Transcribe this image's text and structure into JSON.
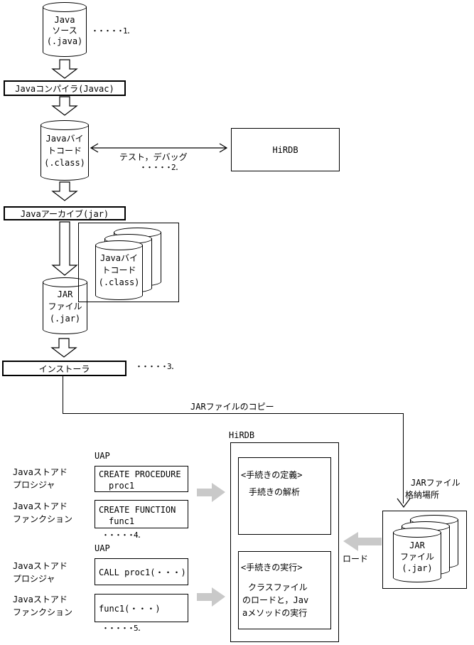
{
  "colors": {
    "ink": "#000000",
    "paper": "#ffffff",
    "gray_arrow": "#c9c9c9"
  },
  "build_flow": {
    "java_source": [
      "Java",
      "ソース",
      "(.java)"
    ],
    "step1_note": "・・・・・1.",
    "compiler_box": "Javaコンパイラ(Javac)",
    "bytecode": [
      "Javaバイ",
      "トコード",
      "(.class)"
    ],
    "test_debug_label": "テスト，デバッグ",
    "step2_note": "・・・・・2.",
    "hirdb_box": "HiRDB",
    "archive_box": "Javaアーカイブ(jar)",
    "bytecode_stack": [
      "Javaバイ",
      "トコード",
      "(.class)"
    ],
    "jar_file": [
      "JAR",
      "ファイル",
      "(.jar)"
    ],
    "installer_box": "インストーラ",
    "step3_note": "・・・・・3."
  },
  "deploy": {
    "copy_label": "JARファイルのコピー",
    "storage_label": [
      "JARファイル",
      "格納場所"
    ],
    "jar_stack": [
      "JAR",
      "ファイル",
      "(.jar)"
    ],
    "load_label": "ロード"
  },
  "runtime": {
    "hirdb_label": "HiRDB",
    "define": {
      "uap_label": "UAP",
      "procedure_label": [
        "Javaストアド",
        "プロシジャ"
      ],
      "procedure_box": [
        "CREATE PROCEDURE",
        "proc1"
      ],
      "function_label": [
        "Javaストアド",
        "ファンクション"
      ],
      "function_box": [
        "CREATE FUNCTION",
        "func1"
      ],
      "step4_note": "・・・・・4.",
      "panel_title": "<手続きの定義>",
      "panel_body": [
        "手続きの解析"
      ]
    },
    "execute": {
      "uap_label": "UAP",
      "procedure_label": [
        "Javaストアド",
        "プロシジャ"
      ],
      "procedure_box": "CALL proc1(・・・)",
      "function_label": [
        "Javaストアド",
        "ファンクション"
      ],
      "function_box": "func1(・・・)",
      "step5_note": "・・・・・5.",
      "panel_title": "<手続きの実行>",
      "panel_body": [
        "クラスファイル",
        "のロードと，Jav",
        "aメソッドの実行"
      ]
    }
  }
}
